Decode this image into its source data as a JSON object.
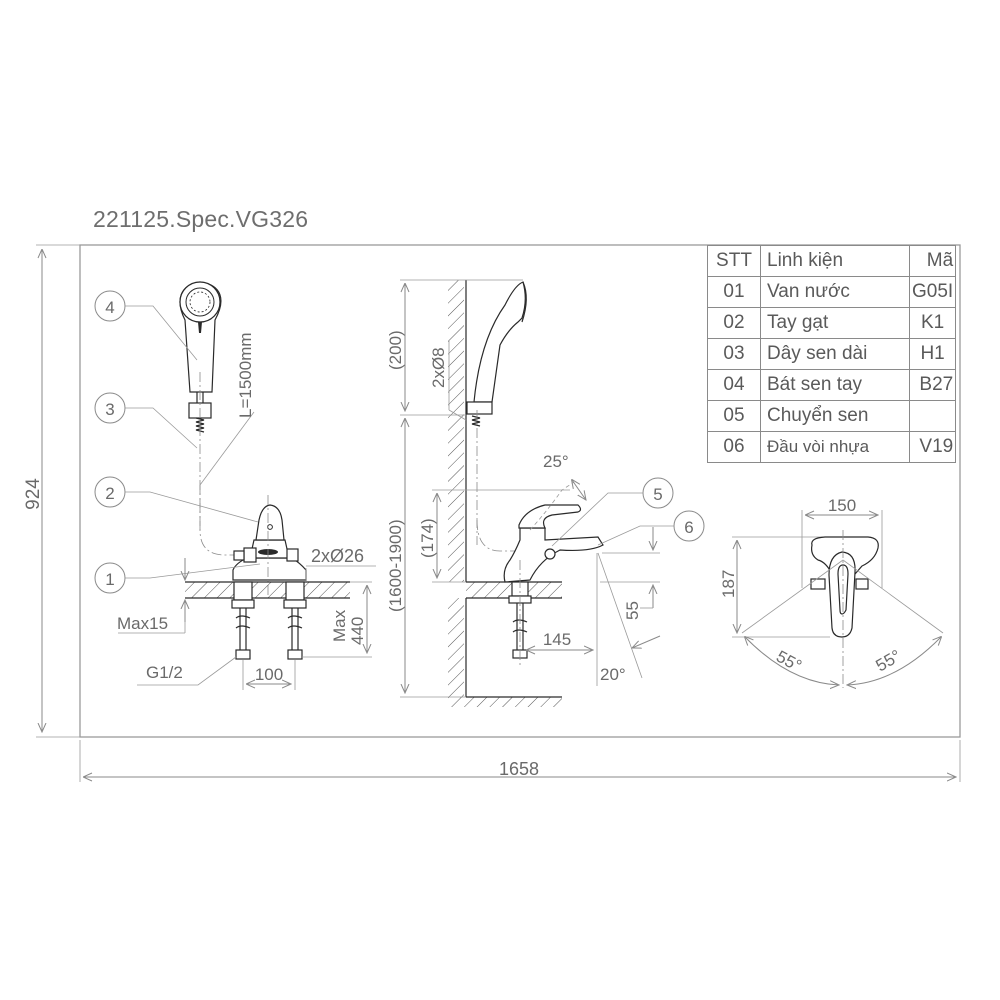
{
  "title": "221125.Spec.VG326",
  "overall_dimensions": {
    "width": "1658",
    "height": "924"
  },
  "parts_table": {
    "headers": [
      "STT",
      "Linh kiện",
      "Mã"
    ],
    "rows": [
      {
        "stt": "01",
        "name": "Van nước",
        "code": "G05I"
      },
      {
        "stt": "02",
        "name": "Tay gạt",
        "code": "K1"
      },
      {
        "stt": "03",
        "name": "Dây sen dài",
        "code": "H1"
      },
      {
        "stt": "04",
        "name": "Bát sen tay",
        "code": "B27"
      },
      {
        "stt": "05",
        "name": "Chuyển sen",
        "code": ""
      },
      {
        "stt": "06",
        "name": "Đầu vòi nhựa",
        "code": "V19"
      }
    ]
  },
  "front_view": {
    "callouts": [
      "4",
      "3",
      "2",
      "1"
    ],
    "hose_length": "L=1500mm",
    "hole_diameter": "2xØ26",
    "max_deck": "Max15",
    "connection": "G1/2",
    "spacing": "100",
    "max_length": "Max",
    "max_length_value": "440"
  },
  "side_view": {
    "callouts": [
      "5",
      "6"
    ],
    "holder_height": "(200)",
    "holder_screws": "2xØ8",
    "mount_height": "(1600-1900)",
    "body_height": "(174)",
    "lever_angle": "25°",
    "spout_height": "55",
    "spout_reach": "145",
    "spout_angle": "20°"
  },
  "top_view": {
    "width": "150",
    "depth": "187",
    "angle_left": "55°",
    "angle_right": "55°"
  }
}
